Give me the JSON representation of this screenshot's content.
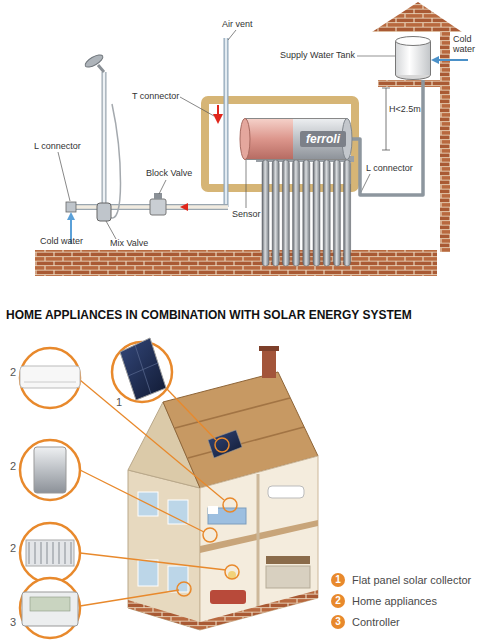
{
  "diagram": {
    "title": "HOME APPLIANCES IN COMBINATION WITH SOLAR ENERGY SYSTEM",
    "nodes": [
      {
        "text": [
          "Supply Water Tank"
        ]
      },
      {
        "text": [
          "ferroli"
        ]
      }
    ],
    "edges": [
      {
        "from": 0,
        "to": 1,
        "arrow": "none"
      }
    ],
    "labels": [
      "Air vent",
      "Cold water",
      "T connector",
      "L connector",
      "Block Valve",
      "Sensor",
      "H<2.5m",
      "L connector",
      "Mix Valve",
      "Cold water",
      "1",
      "2",
      "2",
      "2",
      "3",
      "1",
      "2",
      "3"
    ],
    "legend": [
      {
        "text": "Flat panel solar collector",
        "color": "#e8892c"
      },
      {
        "text": "Home appliances",
        "color": "#e8892c"
      },
      {
        "text": "Controller",
        "color": "#e8892c"
      }
    ]
  }
}
